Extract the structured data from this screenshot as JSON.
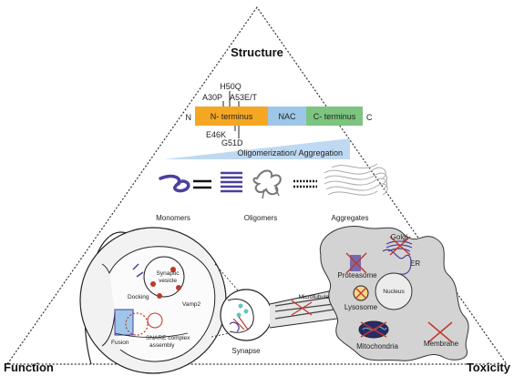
{
  "corners": {
    "top": "Structure",
    "left": "Function",
    "right": "Toxicity"
  },
  "protein": {
    "n_end": "N",
    "c_end": "C",
    "domains": [
      "N- terminus",
      "NAC",
      "C- terminus"
    ],
    "mutations_above": [
      "H50Q",
      "A30P",
      "A53E/T"
    ],
    "mutations_below": [
      "E46K",
      "G51D"
    ]
  },
  "process": "Oligomerization/ Aggregation",
  "species": [
    "Monomers",
    "Oligomers",
    "Aggregates"
  ],
  "synapse_zoom": [
    "Synaptic vesicle",
    "Docking",
    "Vamp2",
    "Fusion",
    "SNARE complex assembly"
  ],
  "synapse": "Synapse",
  "cell": [
    "Golgi",
    "Proteasome",
    "ER",
    "Nucleus",
    "Lysosome",
    "Microtubules",
    "Mitochondria",
    "Membrane"
  ],
  "colors": {
    "n_terminus": "#f5a623",
    "nac": "#9ec6e8",
    "c_terminus": "#7cc47f",
    "protein_purple": "#4b3f9e",
    "cell_gray": "#d0d0d0"
  }
}
